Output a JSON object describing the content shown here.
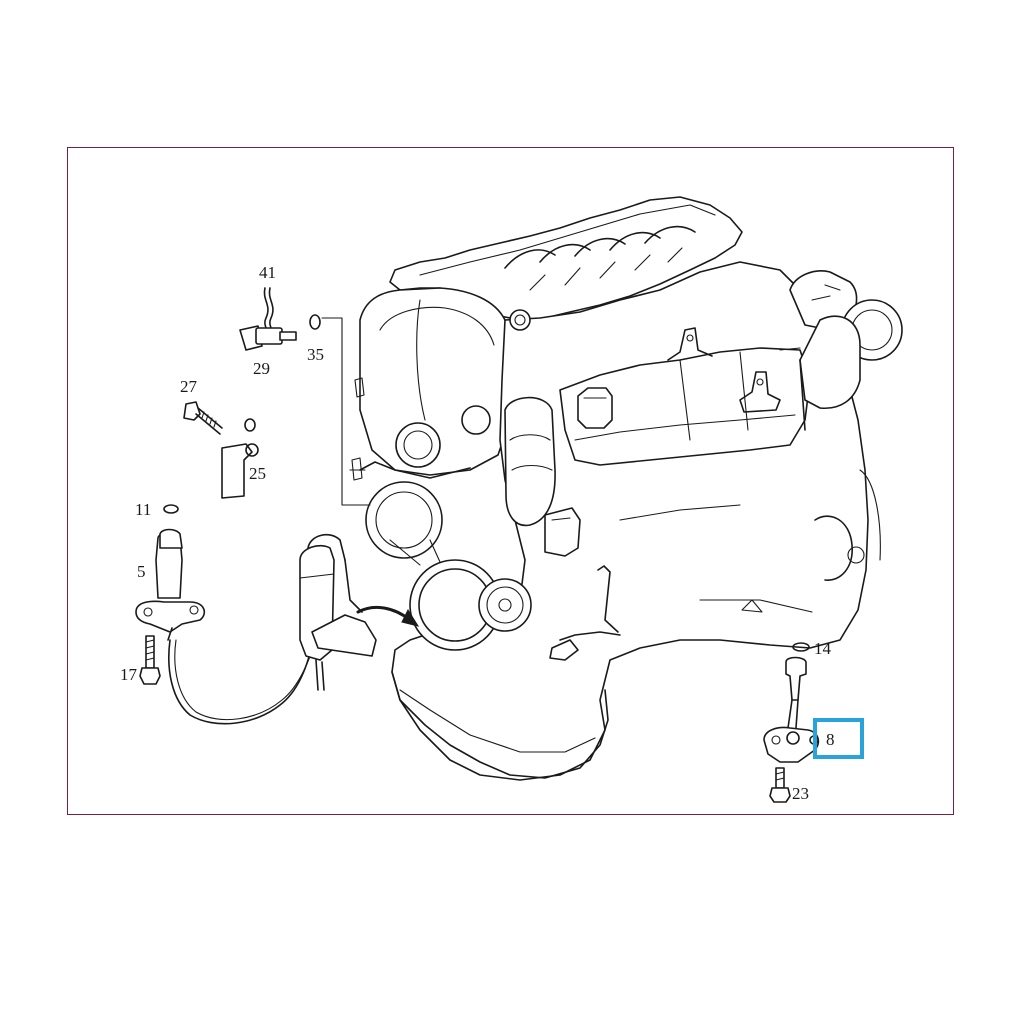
{
  "diagram": {
    "part_labels": {
      "p41": "41",
      "p29": "29",
      "p35": "35",
      "p27": "27",
      "p25": "25",
      "p11": "11",
      "p5": "5",
      "p17": "17",
      "p14": "14",
      "p8": "8",
      "p23": "23"
    },
    "highlighted_part": "8",
    "colors": {
      "frame": "#7a1f3d",
      "highlight": "#29a3d9",
      "line": "#1a1a1a"
    }
  }
}
